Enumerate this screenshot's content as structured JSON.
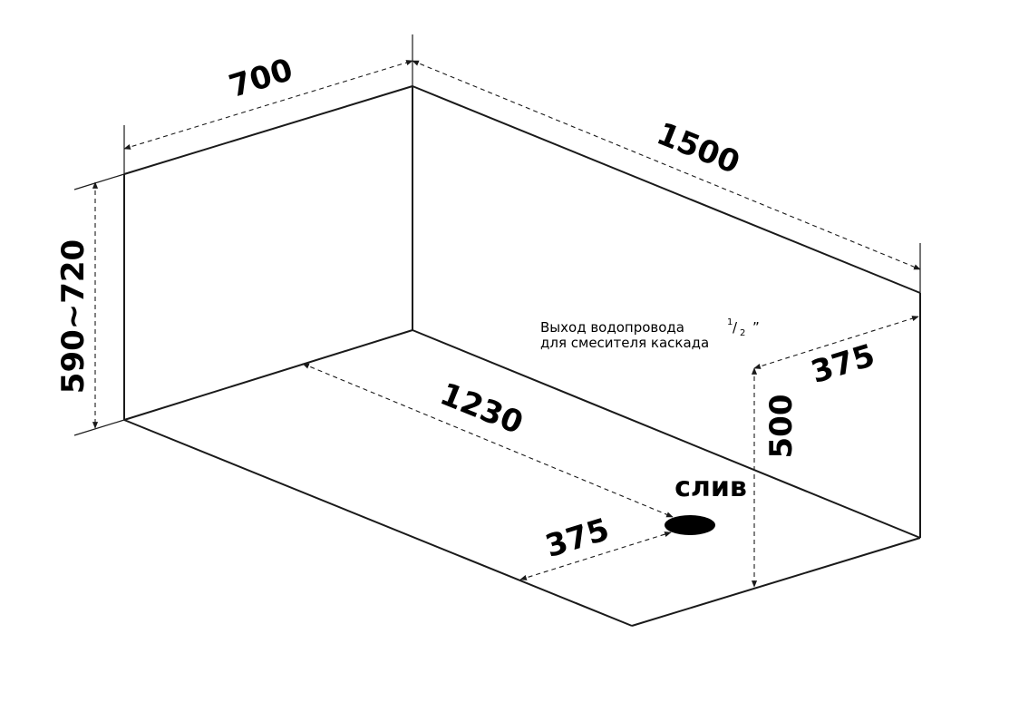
{
  "dimensions": {
    "width": "700",
    "length": "1500",
    "height": "590~720",
    "inner_length": "1230",
    "drain_offset_side": "375",
    "drain_offset_end": "375",
    "inlet_height": "500"
  },
  "labels": {
    "drain": "слив",
    "water_outlet_line1": "Выход водопровода ",
    "water_outlet_fraction_num": "1",
    "water_outlet_fraction_sep": "/",
    "water_outlet_fraction_den": "2",
    "water_outlet_unit": "”",
    "water_outlet_line2": "для смесителя каскада"
  }
}
